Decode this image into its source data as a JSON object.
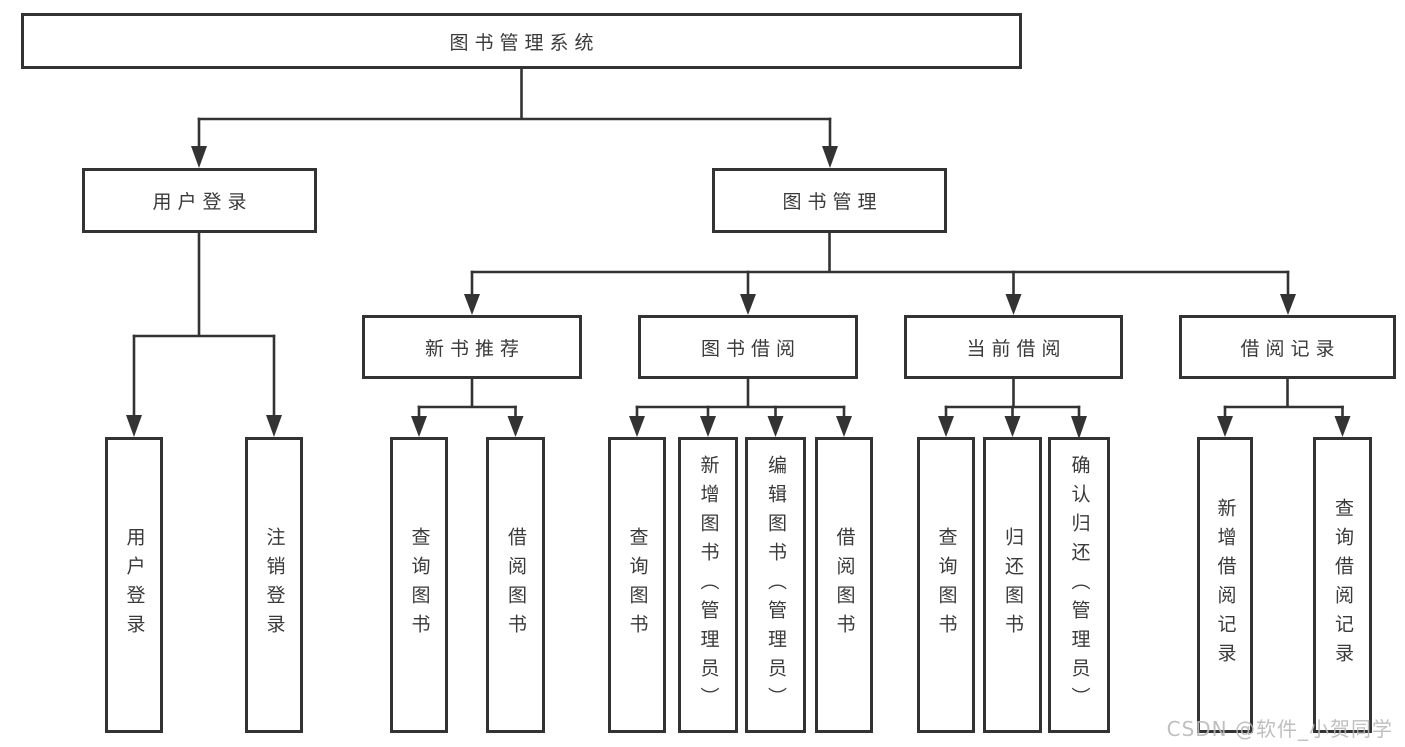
{
  "diagram": {
    "root": {
      "label": "图书管理系统"
    },
    "branches": [
      {
        "label": "用户登录",
        "children": [
          {
            "label": "用户登录"
          },
          {
            "label": "注销登录"
          }
        ]
      },
      {
        "label": "图书管理",
        "children": [
          {
            "label": "新书推荐",
            "children": [
              {
                "label": "查询图书"
              },
              {
                "label": "借阅图书"
              }
            ]
          },
          {
            "label": "图书借阅",
            "children": [
              {
                "label": "查询图书"
              },
              {
                "label": "新增图书（管理员）"
              },
              {
                "label": "编辑图书（管理员）"
              },
              {
                "label": "借阅图书"
              }
            ]
          },
          {
            "label": "当前借阅",
            "children": [
              {
                "label": "查询图书"
              },
              {
                "label": "归还图书"
              },
              {
                "label": "确认归还（管理员）"
              }
            ]
          },
          {
            "label": "借阅记录",
            "children": [
              {
                "label": "新增借阅记录"
              },
              {
                "label": "查询借阅记录"
              }
            ]
          }
        ]
      }
    ]
  },
  "watermark": {
    "text": "CSDN @软件_小贺同学"
  },
  "colors": {
    "line": "#333333",
    "box_border": "#333333",
    "text": "#3a3a3a",
    "watermark": "#b9b9b9",
    "background": "#ffffff"
  }
}
